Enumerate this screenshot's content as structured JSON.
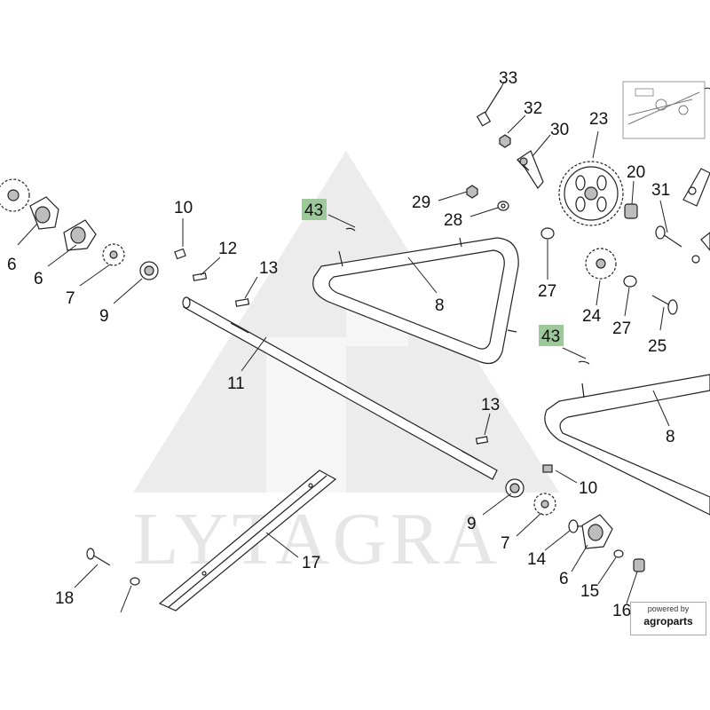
{
  "watermark": {
    "text": "LYTAGRA"
  },
  "branding": {
    "powered_by": "powered by",
    "name": "agroparts"
  },
  "callouts": {
    "c33": "33",
    "c32": "32",
    "c30": "30",
    "c23": "23",
    "c20": "20",
    "c31": "31",
    "c29": "29",
    "c28": "28",
    "c43a": "43",
    "c43b": "43",
    "c10a": "10",
    "c12": "12",
    "c13a": "13",
    "c6a": "6",
    "c6b": "6",
    "c7a": "7",
    "c9a": "9",
    "c8a": "8",
    "c27a": "27",
    "c24": "24",
    "c27b": "27",
    "c25": "25",
    "c11": "11",
    "c8b": "8",
    "c13b": "13",
    "c10b": "10",
    "c9b": "9",
    "c7b": "7",
    "c17": "17",
    "c14": "14",
    "c6c": "6",
    "c15": "15",
    "c16": "16",
    "c18": "18"
  },
  "colors": {
    "highlight": "#9dc89a",
    "line": "#222222",
    "watermark": "#e6e6e6"
  }
}
